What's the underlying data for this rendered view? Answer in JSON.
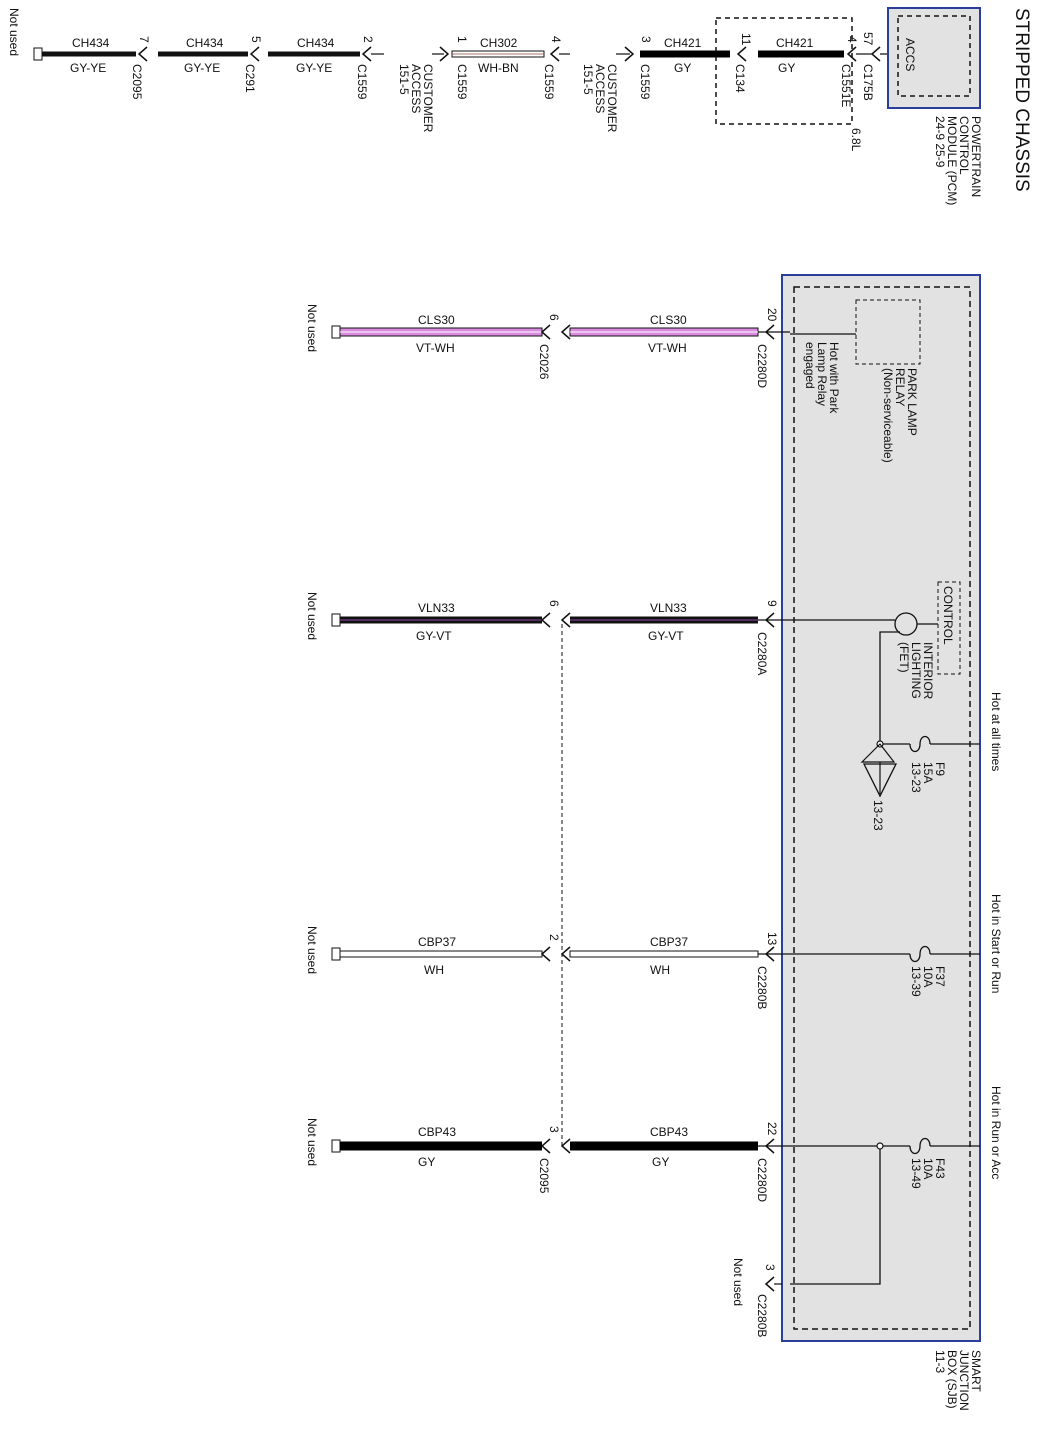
{
  "title": "STRIPPED CHASSIS",
  "colors": {
    "wire_gy_ye": "#111111",
    "wire_wh_bn": "#ffffff",
    "wire_gy": "#000000",
    "wire_vt_wh": "#d98be0",
    "wire_gy_vt": "#111111",
    "wire_wh": "#ffffff",
    "module_fill": "#e2e2e2",
    "module_border": "#2a3f9a"
  },
  "top_row": {
    "not_used": "Not used",
    "pcm": {
      "name": "POWERTRAIN CONTROL MODULE (PCM)",
      "line1": "POWERTRAIN",
      "line2": "CONTROL",
      "line3": "MODULE (PCM)",
      "refs": "24-9  25-9",
      "accs": "ACCS"
    },
    "engine": "6.8L",
    "customer_access_left": {
      "line1": "CUSTOMER",
      "line2": "ACCESS",
      "line3": "151-5"
    },
    "customer_access_right": {
      "line1": "CUSTOMER",
      "line2": "ACCESS",
      "line3": "151-5"
    },
    "segments": [
      {
        "circuit": "CH434",
        "color": "GY-YE",
        "pin": "7",
        "connector": "C2095"
      },
      {
        "circuit": "CH434",
        "color": "GY-YE",
        "pin": "5",
        "connector": "C291"
      },
      {
        "circuit": "CH434",
        "color": "GY-YE",
        "pin": "2",
        "connector": "C1559"
      },
      {
        "circuit": "CH302",
        "color": "WH-BN",
        "pin_left": "1",
        "connector_left": "C1559",
        "pin_right": "4",
        "connector_right": "C1559"
      },
      {
        "circuit": "CH421",
        "color": "GY",
        "pin_left": "3",
        "connector_left": "C1559",
        "pin_right": "11",
        "connector_right": "C134"
      },
      {
        "circuit": "CH421",
        "color": "GY",
        "pin": "4",
        "connector": "C1551E"
      }
    ],
    "pcm_pin": "57",
    "pcm_connector": "C175B"
  },
  "sjb": {
    "line1": "SMART",
    "line2": "JUNCTION",
    "line3": "BOX (SJB)",
    "line4": "11-3",
    "park_lamp": {
      "line1": "PARK LAMP",
      "line2": "RELAY",
      "line3": "(Non-serviceable)"
    },
    "hot_park": {
      "line1": "Hot with Park",
      "line2": "Lamp Relay",
      "line3": "engaged"
    },
    "control": "CONTROL",
    "interior": {
      "line1": "INTERIOR",
      "line2": "LIGHTING",
      "line3": "(FET)"
    },
    "fuse_f9": {
      "name": "F9",
      "rating": "15A",
      "ref": "13-23"
    },
    "ground_ref": "13-23",
    "fuse_f37": {
      "name": "F37",
      "rating": "10A",
      "ref": "13-39"
    },
    "fuse_f43": {
      "name": "F43",
      "rating": "10A",
      "ref": "13-49"
    },
    "hot_all_times": "Hot at all times",
    "hot_start_run": "Hot in Start or Run",
    "hot_run_acc": "Hot in Run or Acc",
    "extra_pin": "3",
    "extra_connector": "C2280B",
    "extra_not_used": "Not used"
  },
  "circuits": [
    {
      "circuit": "CLS30",
      "color": "VT-WH",
      "sjb_pin": "20",
      "sjb_connector": "C2280D",
      "mid_pin": "6",
      "mid_connector": "C2026",
      "end": "Not used"
    },
    {
      "circuit": "VLN33",
      "color": "GY-VT",
      "sjb_pin": "9",
      "sjb_connector": "C2280A",
      "mid_pin": "6",
      "mid_connector": "",
      "end": "Not used"
    },
    {
      "circuit": "CBP37",
      "color": "WH",
      "sjb_pin": "13",
      "sjb_connector": "C2280B",
      "mid_pin": "2",
      "mid_connector": "",
      "end": "Not used"
    },
    {
      "circuit": "CBP43",
      "color": "GY",
      "sjb_pin": "22",
      "sjb_connector": "C2280D",
      "mid_pin": "3",
      "mid_connector": "C2095",
      "end": "Not used"
    }
  ]
}
